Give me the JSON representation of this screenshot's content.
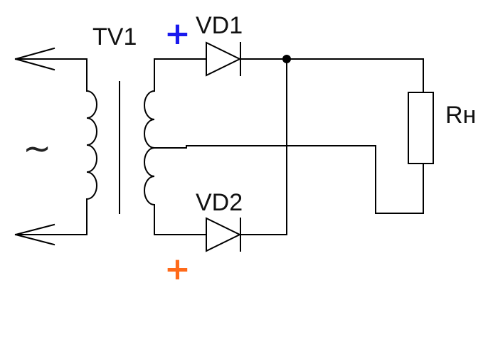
{
  "diagram": {
    "transformer_label": "TV1",
    "diode1_label": "VD1",
    "diode2_label": "VD2",
    "resistor_label": "Rн",
    "ac_symbol": "~",
    "plus_top": "+",
    "plus_bottom": "+",
    "colors": {
      "plus_top": "#1a1aee",
      "plus_bottom": "#ff6a1a",
      "wire": "#000000"
    }
  }
}
